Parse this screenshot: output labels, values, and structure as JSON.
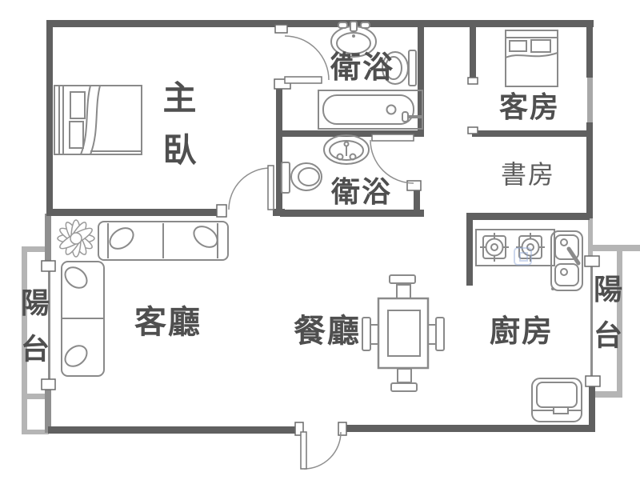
{
  "floorplan": {
    "type": "apartment-floor-plan",
    "rooms": {
      "master_bedroom": {
        "label": "主臥"
      },
      "bathroom_ensuite": {
        "label": "衛浴"
      },
      "bathroom_shared": {
        "label": "衛浴"
      },
      "guest_room": {
        "label": "客房"
      },
      "study": {
        "label": "書房"
      },
      "living_room": {
        "label": "客廳"
      },
      "dining_room": {
        "label": "餐廳"
      },
      "kitchen": {
        "label": "廚房"
      },
      "balcony_left": {
        "label": "陽台"
      },
      "balcony_right": {
        "label": "陽台"
      }
    },
    "furniture": [
      "double-bed",
      "single-bed",
      "l-shaped-sofa",
      "flower-plant",
      "dining-table-with-4-chairs",
      "bathtub",
      "vanity-sink-x2",
      "toilet-x2",
      "gas-stove-2-burner",
      "double-kitchen-sink",
      "refrigerator"
    ],
    "colors": {
      "wall": "#606060",
      "light_wall": "#b5b5b5",
      "furniture_line": "#8a8a8a",
      "label_text": "#4f4f4f",
      "background": "#ffffff",
      "watermark_blue": "#8fa8d8"
    }
  }
}
